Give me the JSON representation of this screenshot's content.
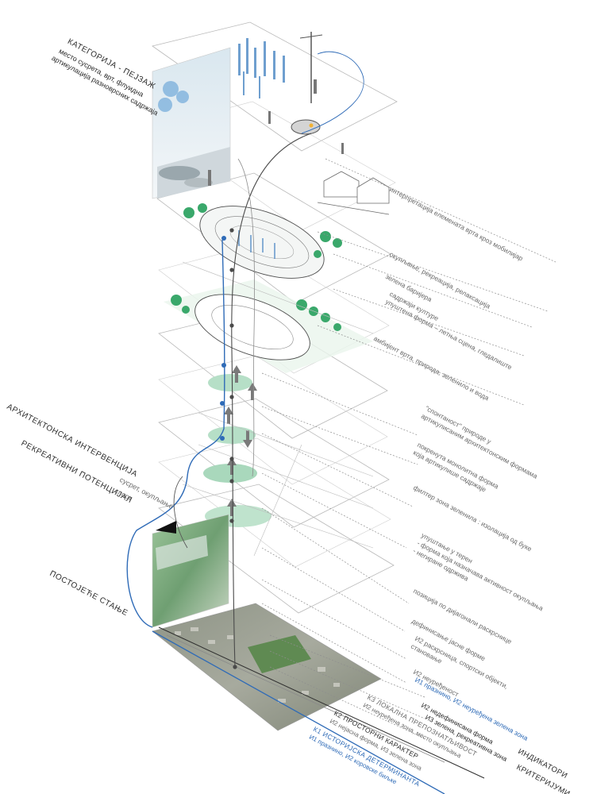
{
  "headings": {
    "category": "КАТЕГОРИЈА - ПЕЈЗАЖ",
    "category_desc_1": "место сусрета, врт, флуидна",
    "category_desc_2": "артикулација разноврсних садржаја",
    "architectural": "АРХИТЕКТОНСКА ИНТЕРВЕНЦИЈА",
    "recreational": "РЕКРЕАТИВНИ ПОТЕНЦИЈАЛ",
    "recreational_desc_1": "сусрет, окупљање",
    "recreational_desc_2": "спорт",
    "existing": "ПОСТОЈЕЋЕ СТАЊЕ"
  },
  "annotations": [
    {
      "id": "a1",
      "lines": [
        "интерпретација елемената врта кроз мобилијар"
      ]
    },
    {
      "id": "a2",
      "lines": [
        "окупљање, рекреација, релаксација"
      ]
    },
    {
      "id": "a3",
      "lines": [
        "зелена баријера"
      ]
    },
    {
      "id": "a4",
      "lines": [
        "садржаји културе",
        "упуштена форма – летња сцена, гледалиште"
      ]
    },
    {
      "id": "a5",
      "lines": [
        "амбијент врта, природа, зеленило и вода"
      ]
    },
    {
      "id": "a6",
      "lines": [
        "\"спонтаност\" природе у",
        "артикулисаним архитектонским формама"
      ]
    },
    {
      "id": "a7",
      "lines": [
        "покренута монолитна форма",
        "која артикулише садржаје"
      ]
    },
    {
      "id": "a8",
      "lines": [
        "филтер зона зеленила : изолација од буке"
      ]
    },
    {
      "id": "a9",
      "lines": [
        "упуштање у терен",
        "- форма која назначава активност окупљања",
        "- негиране одрживa"
      ]
    },
    {
      "id": "a10",
      "lines": [
        "позиција по дијагонали раскрснице"
      ]
    },
    {
      "id": "a11",
      "lines": [
        "дефинисање јасне форме"
      ]
    },
    {
      "id": "a12",
      "lines": [
        "И2 раскрсница, спортски објекти,",
        "становање"
      ]
    },
    {
      "id": "a13",
      "lines": [
        "И2 неуређеност"
      ]
    },
    {
      "id": "a14",
      "lines": [
        "И1 празнино, И2 неуређена зелена зона"
      ]
    },
    {
      "id": "a15",
      "lines": [
        "И2 недефинисана форма"
      ]
    },
    {
      "id": "a16",
      "lines": [
        "И3 зелена, рекреативна зона"
      ]
    }
  ],
  "indicators": [
    {
      "id": "k3",
      "title": "К3 ЛОКАЛНА ПРЕПОЗНАТЉИВОСТ",
      "sub": "И2 неуређена зона, место окупљања"
    },
    {
      "id": "k2",
      "title": "К2 ПРОСТОРНИ КАРАКТЕР",
      "sub": "И2 нејасна форма, И3 зелена зона"
    },
    {
      "id": "k1",
      "title": "К1 ИСТОРИЈСКА ДЕТЕРМИНАНТА",
      "sub": "И1 празнино, И2 коровске биљке"
    }
  ],
  "legend": {
    "indicators": "ИНДИКАТОРИ",
    "criteria": "КРИТЕРИЈУМИ"
  },
  "colors": {
    "accent_blue": "#2f6bb7",
    "text_dark": "#2b2b2b",
    "text_mid": "#6a6a6a",
    "green": "#7fc29a",
    "tree": "#3aa86b"
  }
}
